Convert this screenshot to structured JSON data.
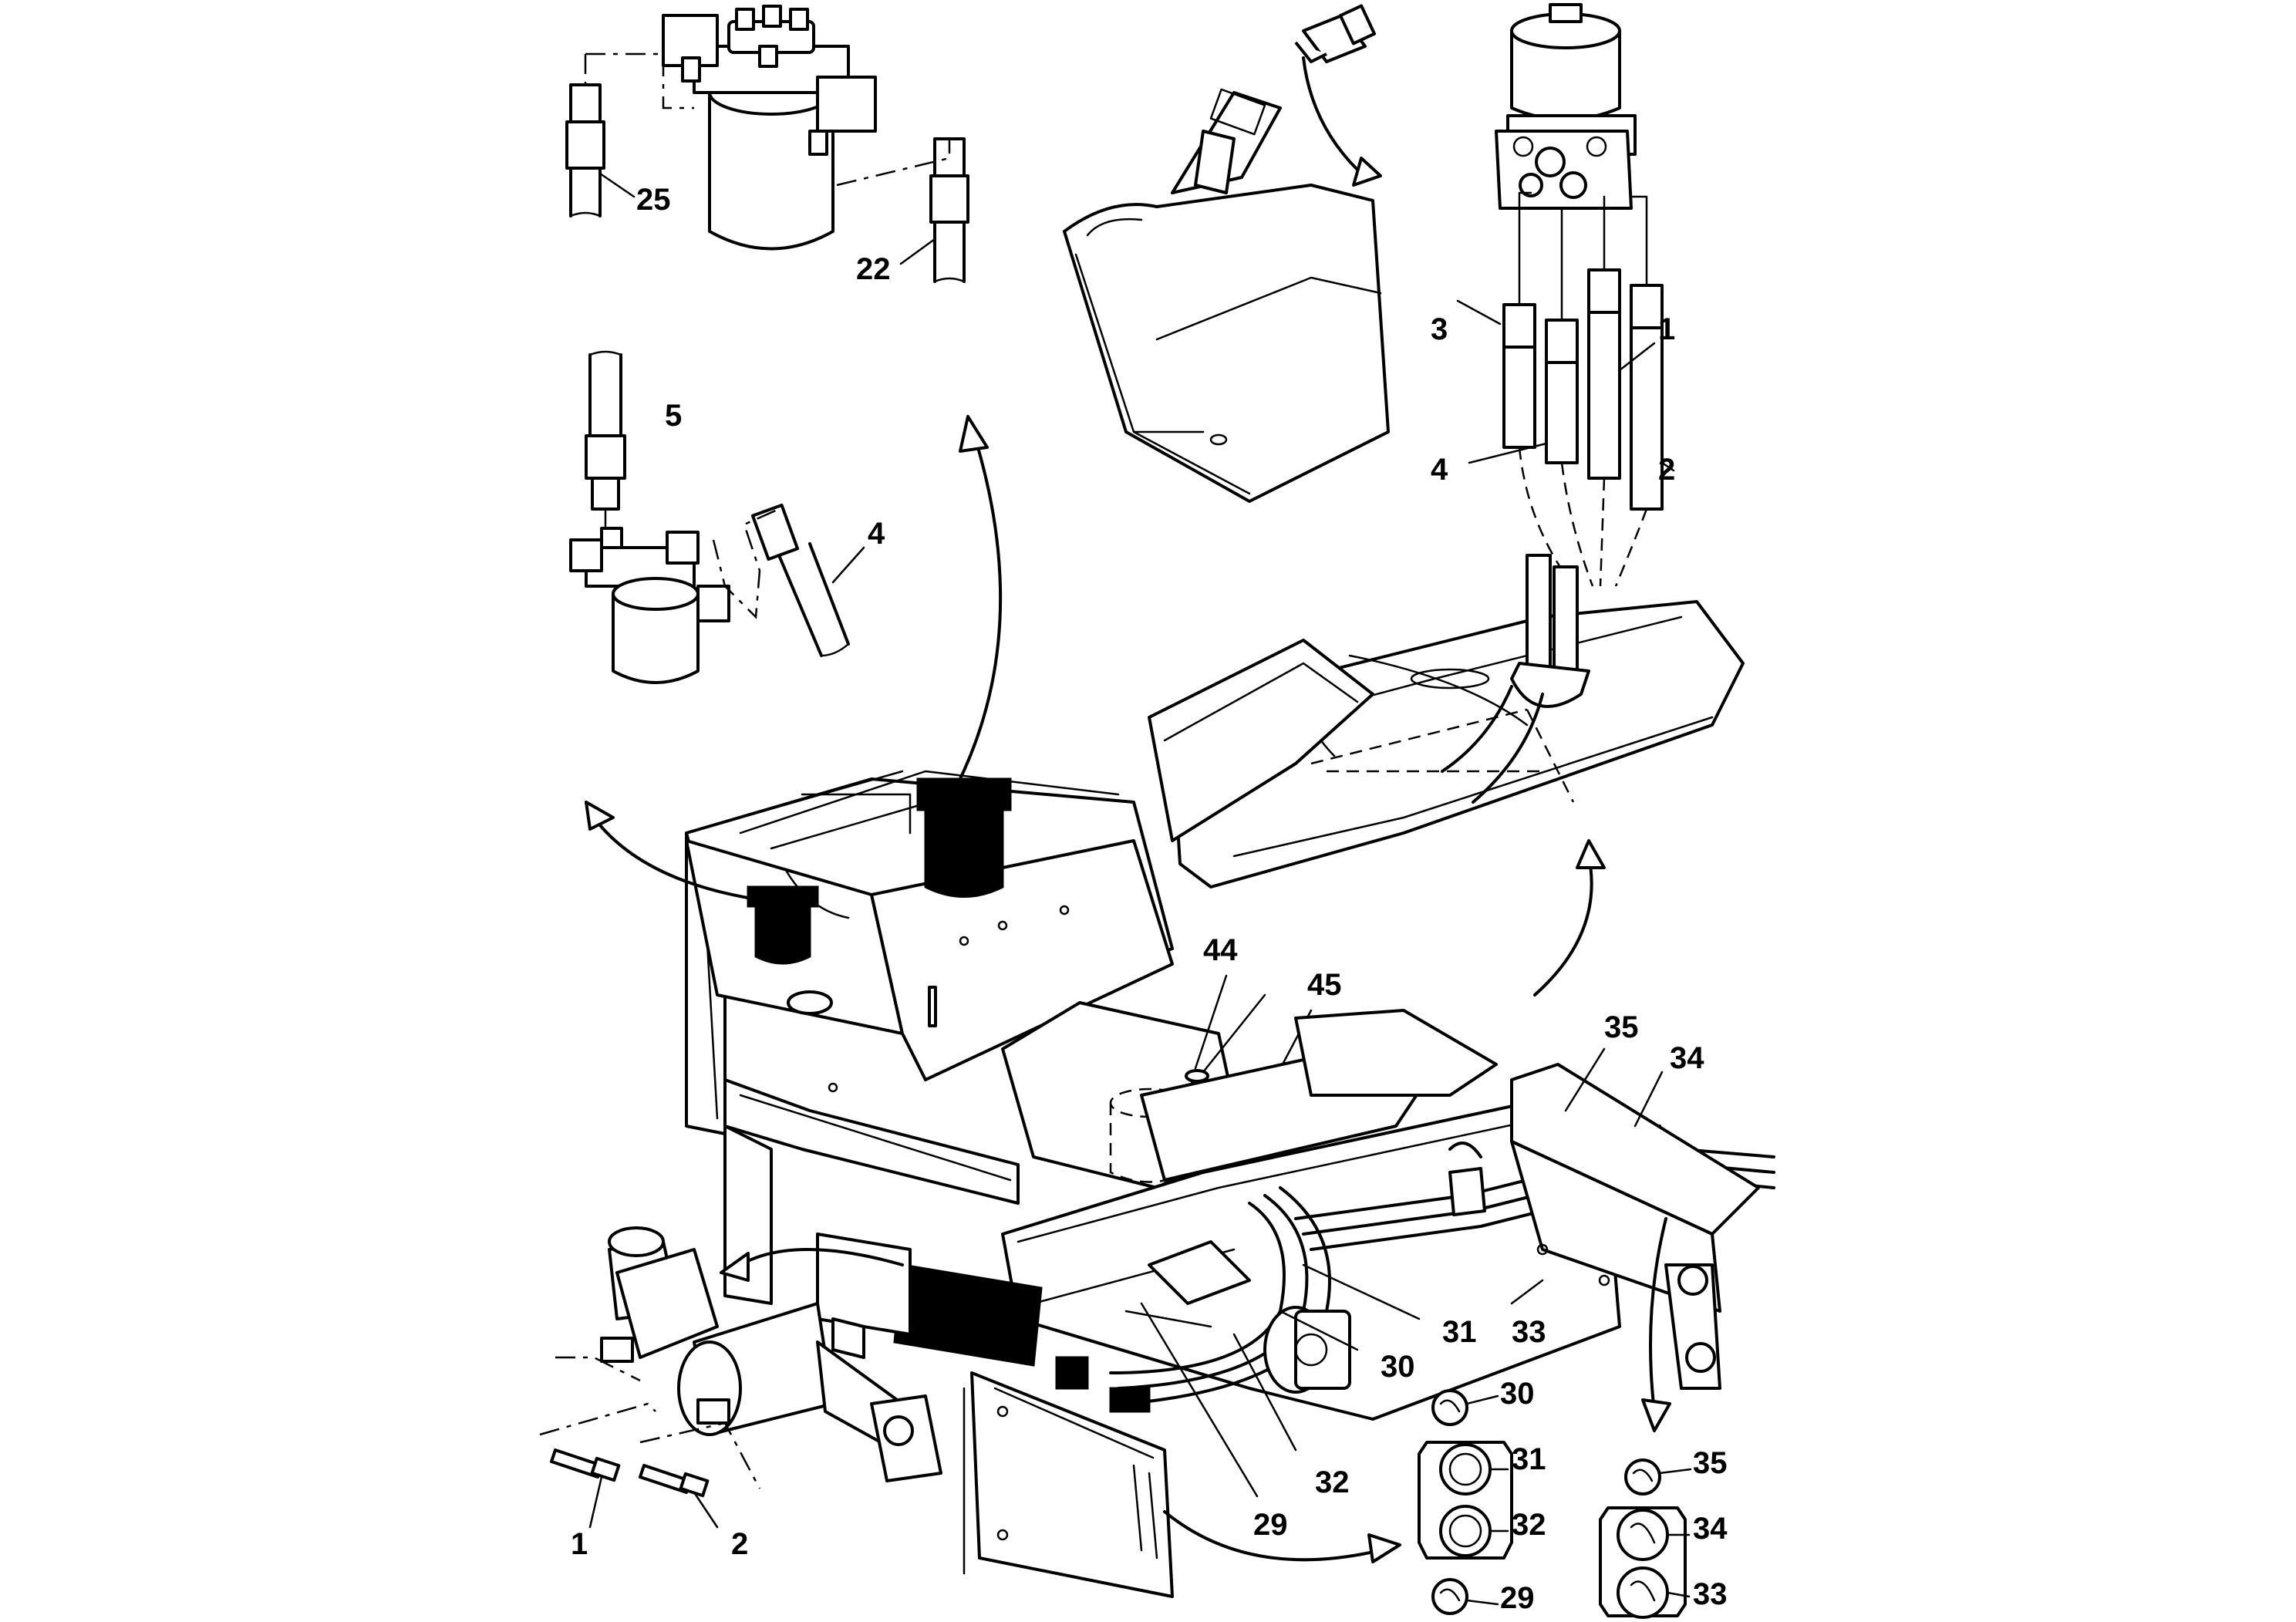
{
  "labels": [
    {
      "id": "top-25",
      "text": "25"
    },
    {
      "id": "top-22",
      "text": "22"
    },
    {
      "id": "left-5",
      "text": "5"
    },
    {
      "id": "left-4",
      "text": "4"
    },
    {
      "id": "right-3",
      "text": "3"
    },
    {
      "id": "right-1",
      "text": "1"
    },
    {
      "id": "right-4",
      "text": "4"
    },
    {
      "id": "right-2",
      "text": "2"
    },
    {
      "id": "mid-44",
      "text": "44"
    },
    {
      "id": "mid-45",
      "text": "45"
    },
    {
      "id": "mid-35",
      "text": "35"
    },
    {
      "id": "mid-34",
      "text": "34"
    },
    {
      "id": "mid-31",
      "text": "31"
    },
    {
      "id": "mid-33",
      "text": "33"
    },
    {
      "id": "mid-30",
      "text": "30"
    },
    {
      "id": "mid-32",
      "text": "32"
    },
    {
      "id": "mid-29",
      "text": "29"
    },
    {
      "id": "bot-1",
      "text": "1"
    },
    {
      "id": "bot-2",
      "text": "2"
    },
    {
      "id": "sec-30",
      "text": "30"
    },
    {
      "id": "sec-31",
      "text": "31"
    },
    {
      "id": "sec-32",
      "text": "32"
    },
    {
      "id": "sec-29",
      "text": "29"
    },
    {
      "id": "sec-35",
      "text": "35"
    },
    {
      "id": "sec-34",
      "text": "34"
    },
    {
      "id": "sec-33",
      "text": "33"
    }
  ],
  "colors": {
    "line": "#000000",
    "background": "#ffffff"
  }
}
